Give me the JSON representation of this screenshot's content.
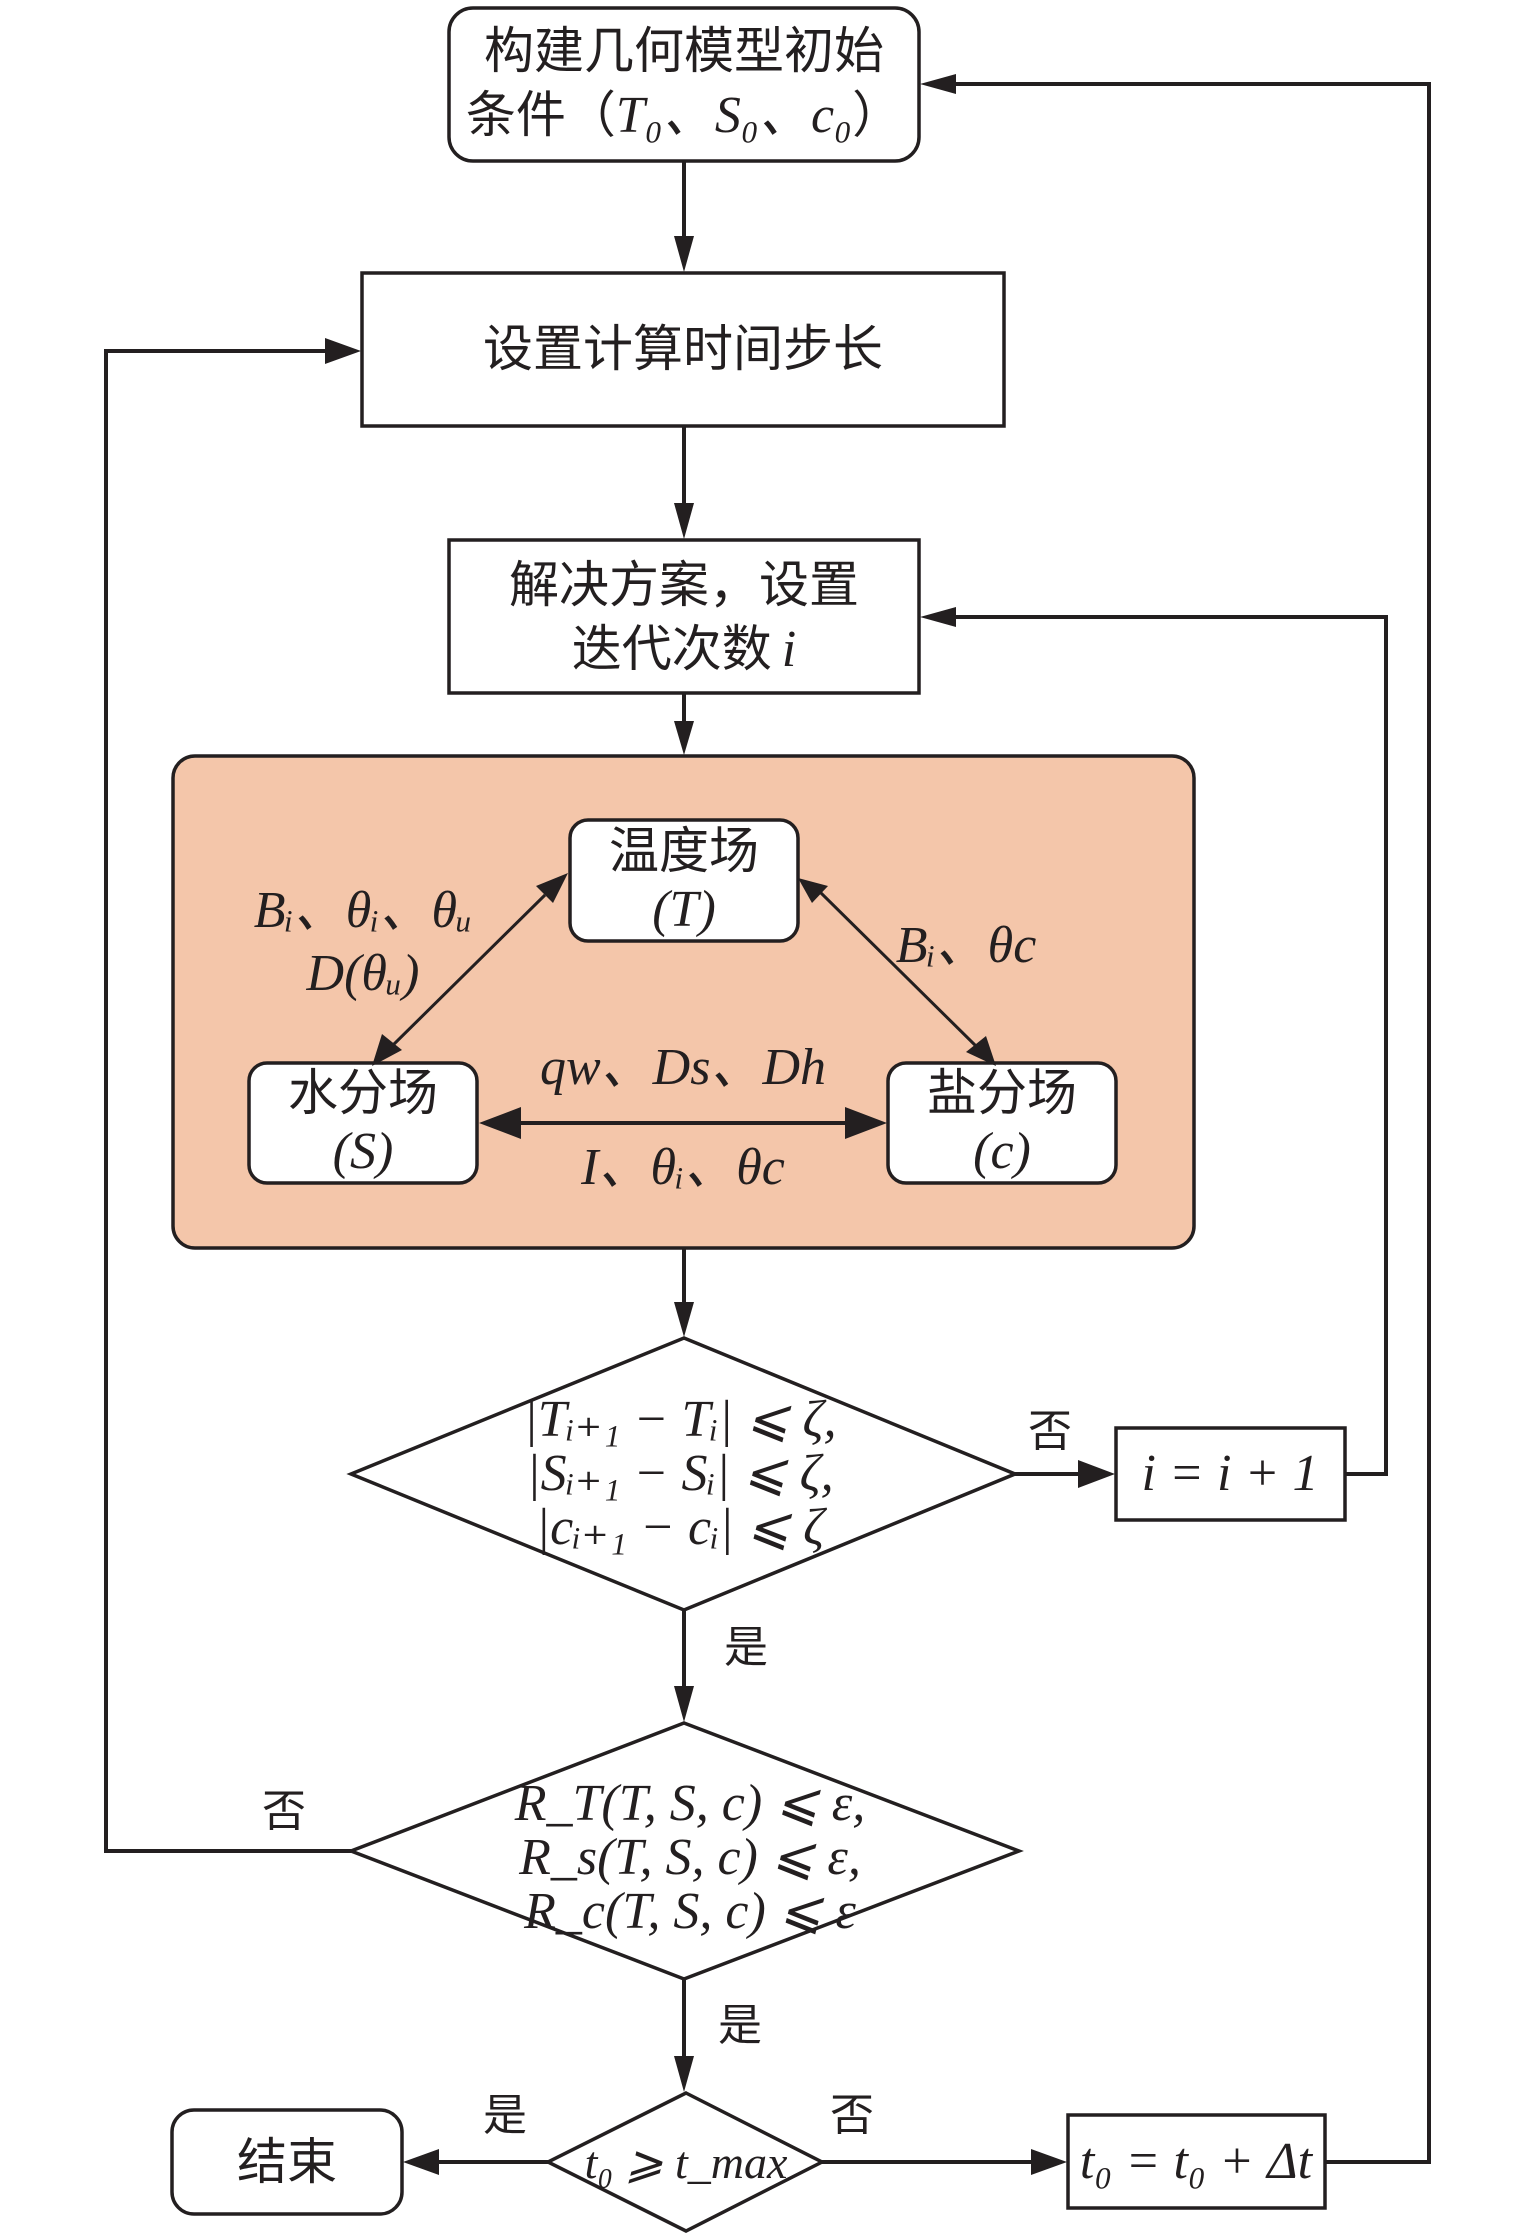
{
  "diagram": {
    "colors": {
      "stroke": "#231f20",
      "coupling_fill": "#f4c6aa",
      "box_fill": "#ffffff"
    },
    "nodes": {
      "init": {
        "line1": "构建几何模型初始",
        "line2_prefix": "条件（",
        "line2_math": "T₀、S₀、c₀",
        "line2_suffix": "）"
      },
      "timestep": {
        "text": "设置计算时间步长"
      },
      "solve": {
        "line1": "解决方案，设置",
        "line2": "迭代次数",
        "line2_var": "i"
      },
      "temperature": {
        "name": "温度场",
        "symbol": "(T)"
      },
      "moisture": {
        "name": "水分场",
        "symbol": "(S)"
      },
      "salt": {
        "name": "盐分场",
        "symbol": "(c)"
      },
      "convergence_check": {
        "lines": [
          "|Tᵢ₊₁ − Tᵢ| ⩽ ζ,",
          "|Sᵢ₊₁ − Sᵢ| ⩽ ζ,",
          "|cᵢ₊₁ − cᵢ| ⩽ ζ"
        ]
      },
      "increment_i": {
        "text": "i = i + 1"
      },
      "residual_check": {
        "lines": [
          "R_T(T, S, c) ⩽ ε,",
          "R_s(T, S, c) ⩽ ε,",
          "R_c(T, S, c) ⩽ ε"
        ]
      },
      "time_check": {
        "text": "t₀ ⩾ t_max"
      },
      "time_increment": {
        "text": "t₀ = t₀ + Δt"
      },
      "end": {
        "text": "结束"
      }
    },
    "coupling_labels": {
      "temp_moisture_line1": "Bᵢ、θᵢ、θᵤ",
      "temp_moisture_line2": "D(θᵤ)",
      "temp_salt": "Bᵢ、θc",
      "moisture_salt_top": "qw、Ds、Dh",
      "moisture_salt_bottom": "I、θᵢ、θc"
    },
    "edge_labels": {
      "yes": "是",
      "no": "否"
    }
  }
}
